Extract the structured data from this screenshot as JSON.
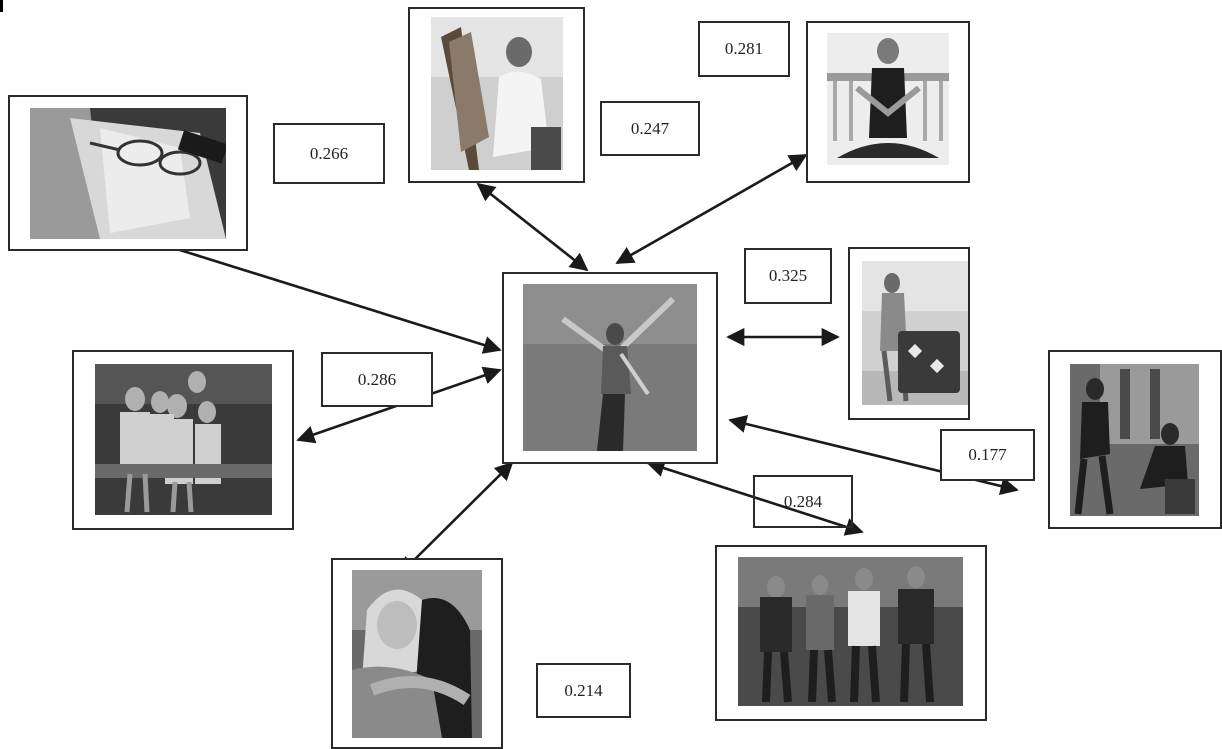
{
  "scores": {
    "books": "0.266",
    "painter": "0.247",
    "yoga": "0.281",
    "travel": "0.325",
    "family": "0.286",
    "dancing": "0.177",
    "walking": "0.284",
    "hug": "0.214"
  },
  "colors": {
    "line": "#1a1a1a",
    "frame": "#2a2a2a"
  }
}
